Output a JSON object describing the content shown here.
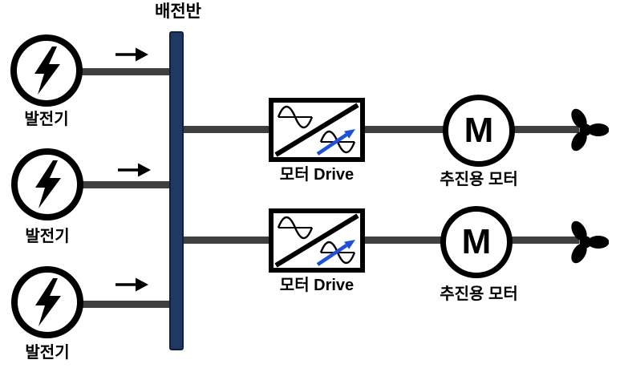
{
  "diagram": {
    "switchboard": {
      "label": "배전반"
    },
    "generators": [
      {
        "label": "발전기"
      },
      {
        "label": "발전기"
      },
      {
        "label": "발전기"
      }
    ],
    "rows": [
      {
        "drive_label": "모터 Drive",
        "motor_letter": "M",
        "motor_label": "추진용 모터"
      },
      {
        "drive_label": "모터 Drive",
        "motor_letter": "M",
        "motor_label": "추진용 모터"
      }
    ],
    "colors": {
      "switchboard_fill": "#1F3864",
      "bus_line": "#3F3F3F",
      "drive_arrow_blue": "#1E50D8",
      "symbol_black": "#000000"
    }
  }
}
